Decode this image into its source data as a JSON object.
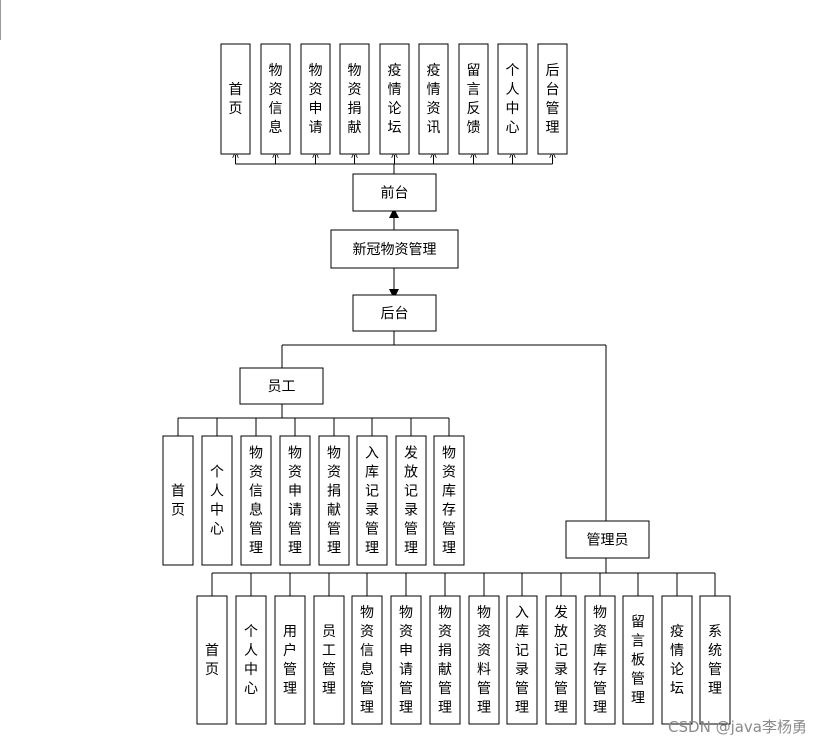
{
  "diagram": {
    "root": "新冠物资管理",
    "front": {
      "label": "前台",
      "modules": [
        "首页",
        "物资信息",
        "物资申请",
        "物资捐献",
        "疫情论坛",
        "疫情资讯",
        "留言反馈",
        "个人中心",
        "后台管理"
      ]
    },
    "back": {
      "label": "后台",
      "staff": {
        "label": "员工",
        "modules": [
          "首页",
          "个人中心",
          "物资信息管理",
          "物资申请管理",
          "物资捐献管理",
          "入库记录管理",
          "发放记录管理",
          "物资库存管理"
        ]
      },
      "admin": {
        "label": "管理员",
        "modules": [
          "首页",
          "个人中心",
          "用户管理",
          "员工管理",
          "物资信息管理",
          "物资申请管理",
          "物资捐献管理",
          "物资资料管理",
          "入库记录管理",
          "发放记录管理",
          "物资库存管理",
          "留言板管理",
          "疫情论坛",
          "系统管理"
        ]
      }
    }
  },
  "watermark": "CSDN @java李杨勇"
}
